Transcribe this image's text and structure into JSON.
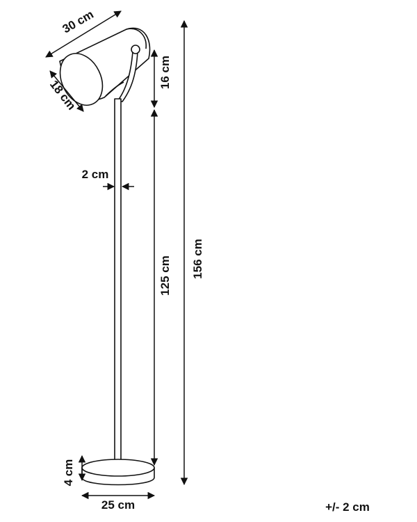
{
  "dimensions": {
    "shade_length": "30 cm",
    "shade_diameter": "18 cm",
    "head_height": "16 cm",
    "pole_diameter": "2 cm",
    "pole_height": "125 cm",
    "total_height": "156 cm",
    "base_height": "4 cm",
    "base_diameter": "25 cm"
  },
  "tolerance": "+/- 2 cm",
  "colors": {
    "line": "#111111",
    "background": "#ffffff"
  }
}
